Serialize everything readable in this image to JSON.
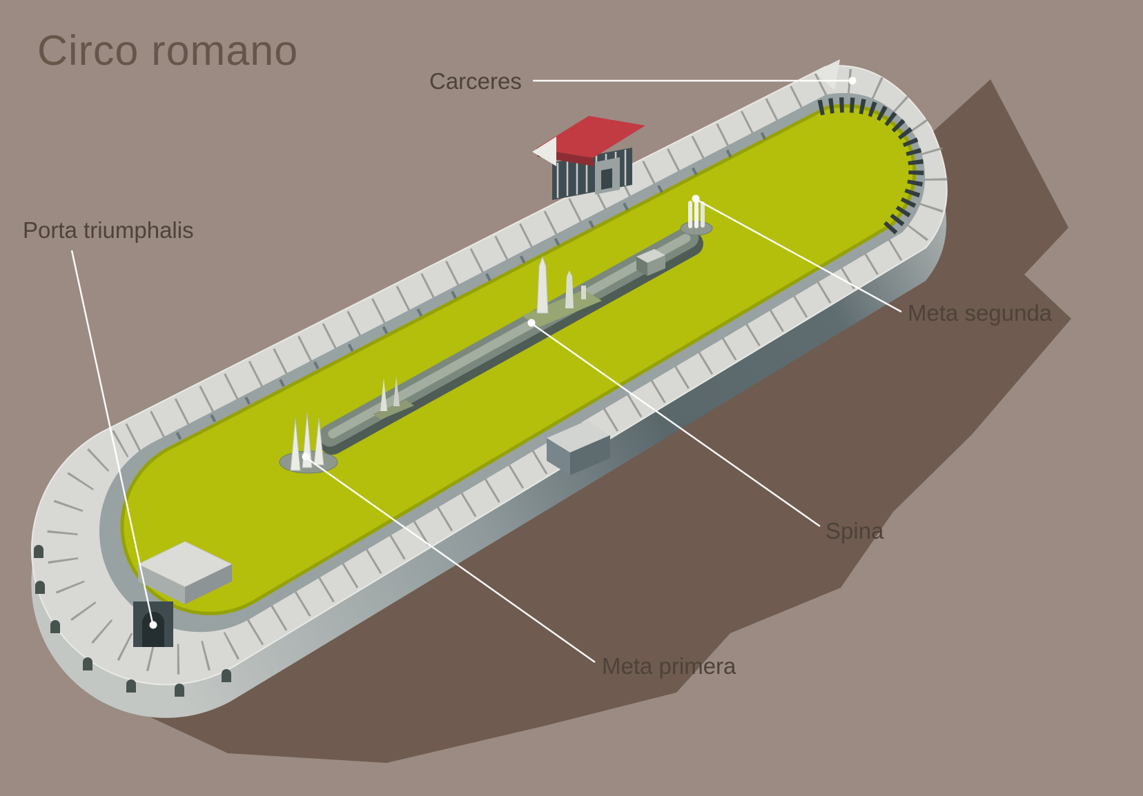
{
  "title": "Circo romano",
  "callouts": {
    "carceres": {
      "label": "Carceres"
    },
    "porta_triumphalis": {
      "label": "Porta triumphalis"
    },
    "meta_segunda": {
      "label": "Meta segunda"
    },
    "spina": {
      "label": "Spina"
    },
    "meta_primera": {
      "label": "Meta primera"
    }
  },
  "colors": {
    "background": "#9b8b82",
    "cast_shadow": "#6f5b4f",
    "arena_track": "#b3bf0a",
    "stands": "#d8d8d5",
    "podium_wall": "#98a2a3",
    "outer_wall_dark": "#5c696d",
    "outer_wall_light": "#c3c7c4",
    "spina_top": "#7b887d",
    "carceres_roof": "#c23b42",
    "label_text": "#4e4239",
    "leader_line": "#ffffff"
  }
}
